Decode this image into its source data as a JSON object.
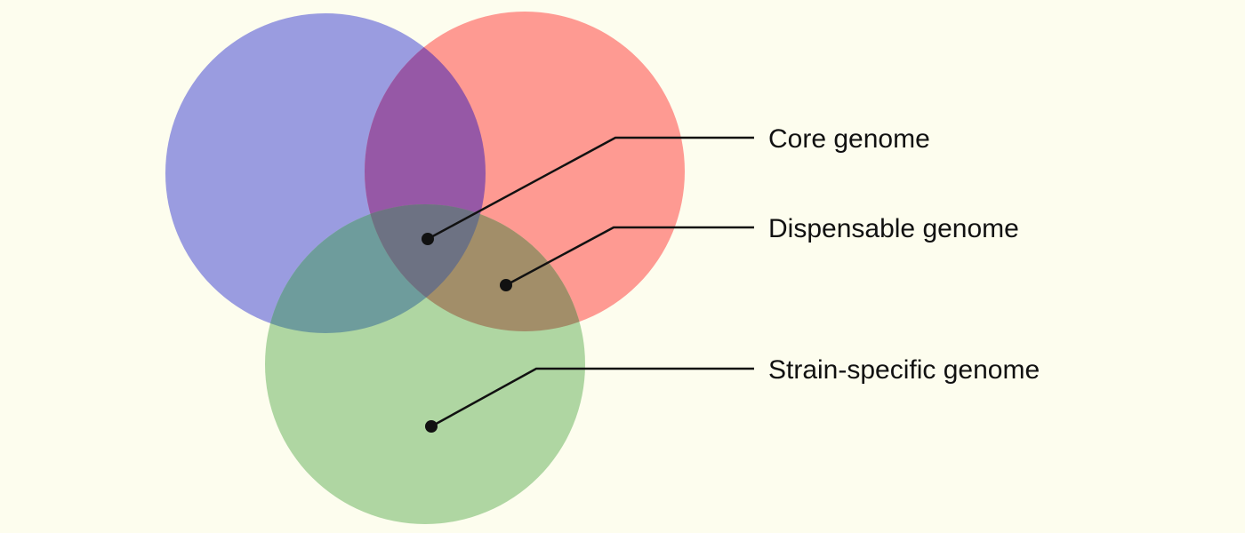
{
  "diagram": {
    "type": "venn",
    "background_color": "#fdfdee",
    "sets": [
      {
        "id": "blue",
        "color": "#9a9ce0"
      },
      {
        "id": "red",
        "color": "#fe9a92"
      },
      {
        "id": "green",
        "color": "#afd6a2"
      }
    ],
    "regions": [
      {
        "id": "blue-red",
        "color": "#9658a6"
      },
      {
        "id": "blue-green",
        "color": "#6e9c9c"
      },
      {
        "id": "red-green",
        "color": "#a28e69"
      },
      {
        "id": "all-three",
        "color": "#6d7283"
      }
    ],
    "labels": {
      "core": "Core genome",
      "dispensable": "Dispensable genome",
      "strain_specific": "Strain-specific genome"
    }
  }
}
